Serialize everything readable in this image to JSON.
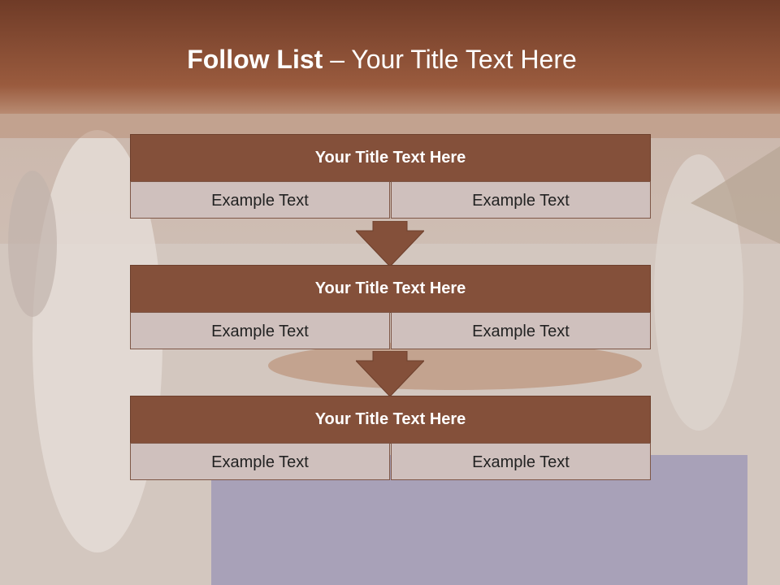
{
  "slide": {
    "title_bold": "Follow List",
    "title_rest": " – Your Title Text Here"
  },
  "blocks": [
    {
      "title": "Your Title Text Here",
      "left": "Example Text",
      "right": "Example Text"
    },
    {
      "title": "Your Title Text Here",
      "left": "Example Text",
      "right": "Example Text"
    },
    {
      "title": "Your Title Text Here",
      "left": "Example Text",
      "right": "Example Text"
    }
  ],
  "colors": {
    "header_band": "#8a4f36",
    "block_title": "#84503a",
    "block_cell": "#cfc0bd",
    "arrow": "#84503a"
  }
}
